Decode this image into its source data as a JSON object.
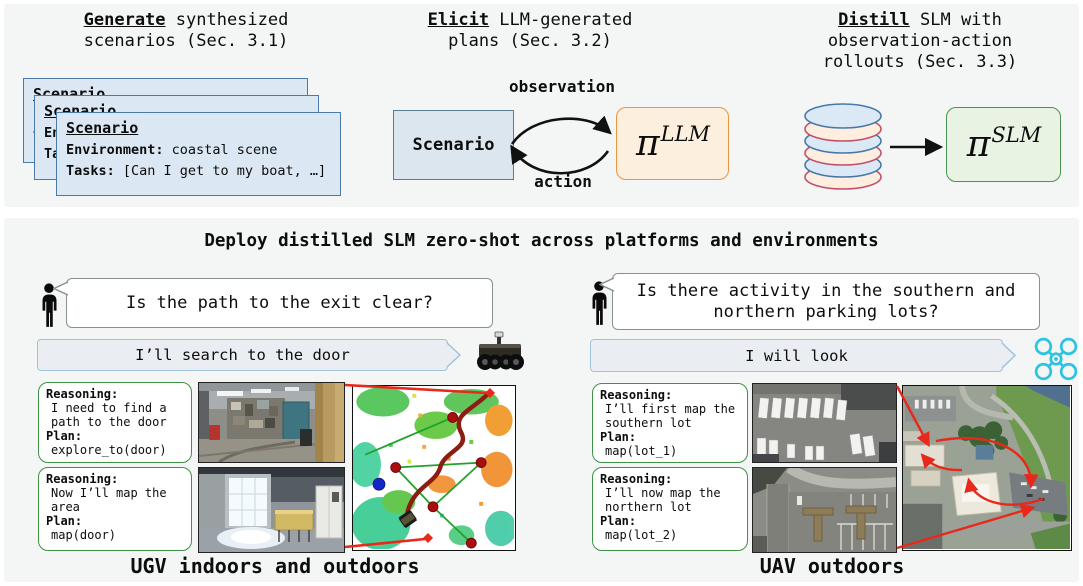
{
  "pipeline": {
    "generate": {
      "heading_bold": "Generate",
      "heading_line1_rest": " synthesized",
      "heading_line2": "scenarios (Sec. 3.1)",
      "card": {
        "title": "Scenario",
        "environment_label": "Environment:",
        "environment_value": " coastal scene",
        "tasks_label": "Tasks:",
        "tasks_value": " [Can I get to my boat, …]"
      }
    },
    "elicit": {
      "heading_bold": "Elicit",
      "heading_line1_rest": " LLM-generated",
      "heading_line2": "plans (Sec. 3.2)",
      "observation_label": "observation",
      "action_label": "action",
      "scenario_box_label": "Scenario",
      "pi": "π",
      "pi_sup": "LLM"
    },
    "distill": {
      "heading_bold": "Distill",
      "heading_line1_rest": " SLM with",
      "heading_line2": "observation-action",
      "heading_line3": "rollouts (Sec. 3.3)",
      "pi": "π",
      "pi_sup": "SLM"
    }
  },
  "deploy": {
    "banner": "Deploy distilled SLM zero-shot across platforms and environments",
    "ugv": {
      "question": "Is the path to the exit clear?",
      "answer": "I’ll search to the door",
      "steps": [
        {
          "reasoning_label": "Reasoning:",
          "reasoning_text": "I need to find a path to the door",
          "plan_label": "Plan:",
          "plan_text": "explore_to(door)"
        },
        {
          "reasoning_label": "Reasoning:",
          "reasoning_text": "Now I’ll map the area",
          "plan_label": "Plan:",
          "plan_text": "map(door)"
        }
      ],
      "caption": "UGV indoors and outdoors"
    },
    "uav": {
      "question_line1": "Is there activity in the southern and",
      "question_line2": "northern parking lots?",
      "answer": "I will look",
      "steps": [
        {
          "reasoning_label": "Reasoning:",
          "reasoning_text": "I’ll first map the southern lot",
          "plan_label": "Plan:",
          "plan_text": "map(lot_1)"
        },
        {
          "reasoning_label": "Reasoning:",
          "reasoning_text": "I’ll now map the northern lot",
          "plan_label": "Plan:",
          "plan_text": "map(lot_2)"
        }
      ],
      "caption": "UAV outdoors"
    }
  },
  "icons": {
    "person": "person-silhouette",
    "ugv": "four-wheel-ground-robot",
    "uav": "quadcopter-drone",
    "database": "stacked-disk-database"
  },
  "colors": {
    "panel_bg": "#f4f5f5",
    "scenario_card_fill": "#dbe7f3",
    "scenario_card_border": "#4a7aa8",
    "llm_fill": "#fcefdd",
    "llm_border": "#e8973c",
    "slm_fill": "#e8f3e4",
    "slm_border": "#4c9350",
    "reasoning_border": "#3f9146",
    "answer_bubble_fill": "#eaeef2",
    "answer_bubble_border": "#9fc3dc",
    "drone_cyan": "#2cc3e2",
    "arrow_red": "#e8281a",
    "trail_dark_red": "#8c1d12"
  }
}
